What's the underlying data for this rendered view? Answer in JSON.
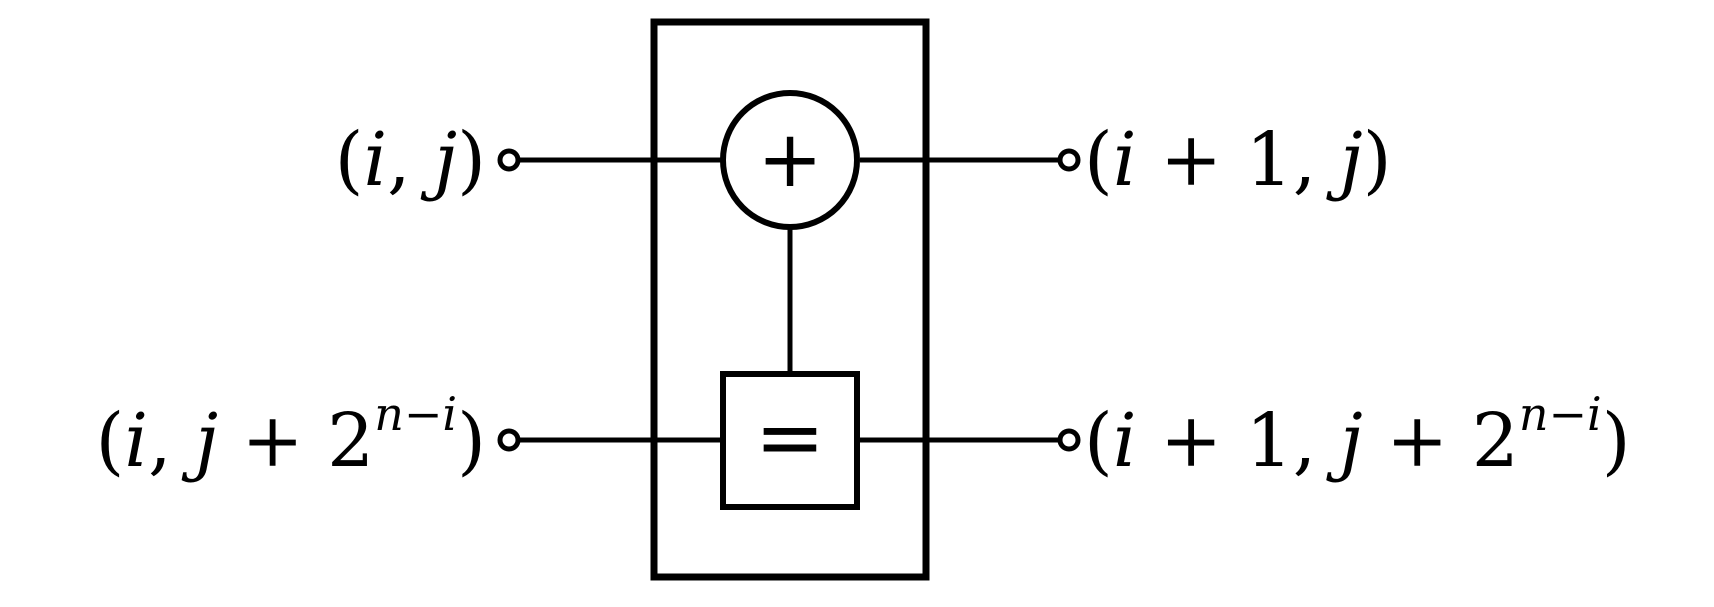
{
  "diagram": {
    "inputs": [
      {
        "open": "(",
        "i": "i",
        "sep": ", ",
        "j": "j",
        "plus": "",
        "two": "",
        "exp": "",
        "close": ")"
      },
      {
        "open": "(",
        "i": "i",
        "sep": ", ",
        "j": "j",
        "plus": " + ",
        "two": "2",
        "exp": "n−i",
        "close": ")"
      }
    ],
    "outputs": [
      {
        "open": "(",
        "i": "i",
        "plus1": " + 1",
        "sep": ", ",
        "j": "j",
        "plus2": "",
        "two": "",
        "exp": "",
        "close": ")"
      },
      {
        "open": "(",
        "i": "i",
        "plus1": " + 1",
        "sep": ", ",
        "j": "j",
        "plus2": " + ",
        "two": "2",
        "exp": "n−i",
        "close": ")"
      }
    ],
    "adder_symbol": "+",
    "equal_symbol": "="
  }
}
